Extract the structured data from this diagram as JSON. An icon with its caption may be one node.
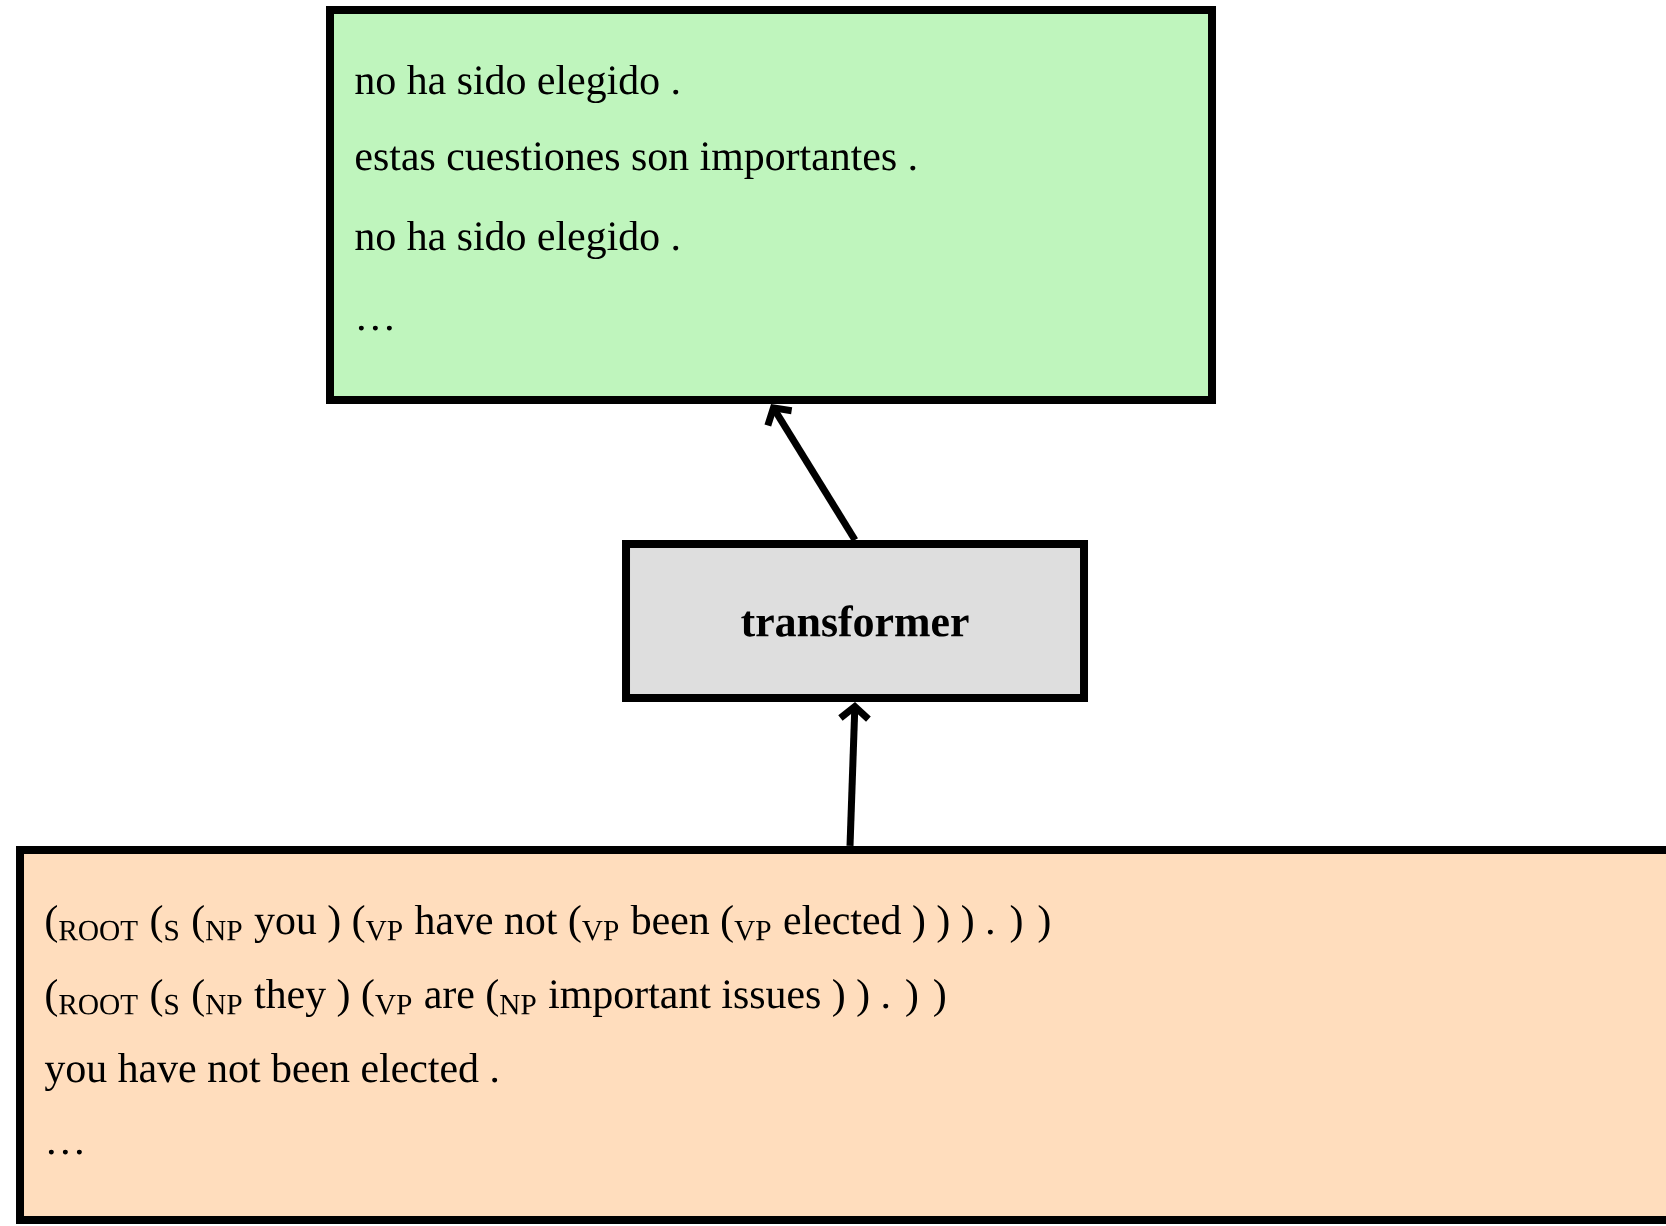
{
  "diagram": {
    "nodes": [
      {
        "text": [
          "no ha sido elegido .",
          "estas cuestiones son importantes .",
          "no ha sido elegido .",
          "…"
        ]
      },
      {
        "text": [
          "transformer"
        ]
      },
      {
        "text": [
          "($_{ROOT}$ ($_{S}$ ($_{NP}$ you ) ($_{VP}$ have not ($_{VP}$ been ($_{VP}$ elected ) ) ) . ) )",
          "($_{ROOT}$ ($_{S}$ ($_{NP}$ they ) ($_{VP}$ are ($_{NP}$ important issues ) ) . ) )",
          "you have not been elected .",
          "…"
        ]
      }
    ],
    "edges": [
      {
        "from": 1,
        "to": 0,
        "arrow": "to"
      },
      {
        "from": 2,
        "to": 1,
        "arrow": "to"
      }
    ]
  }
}
